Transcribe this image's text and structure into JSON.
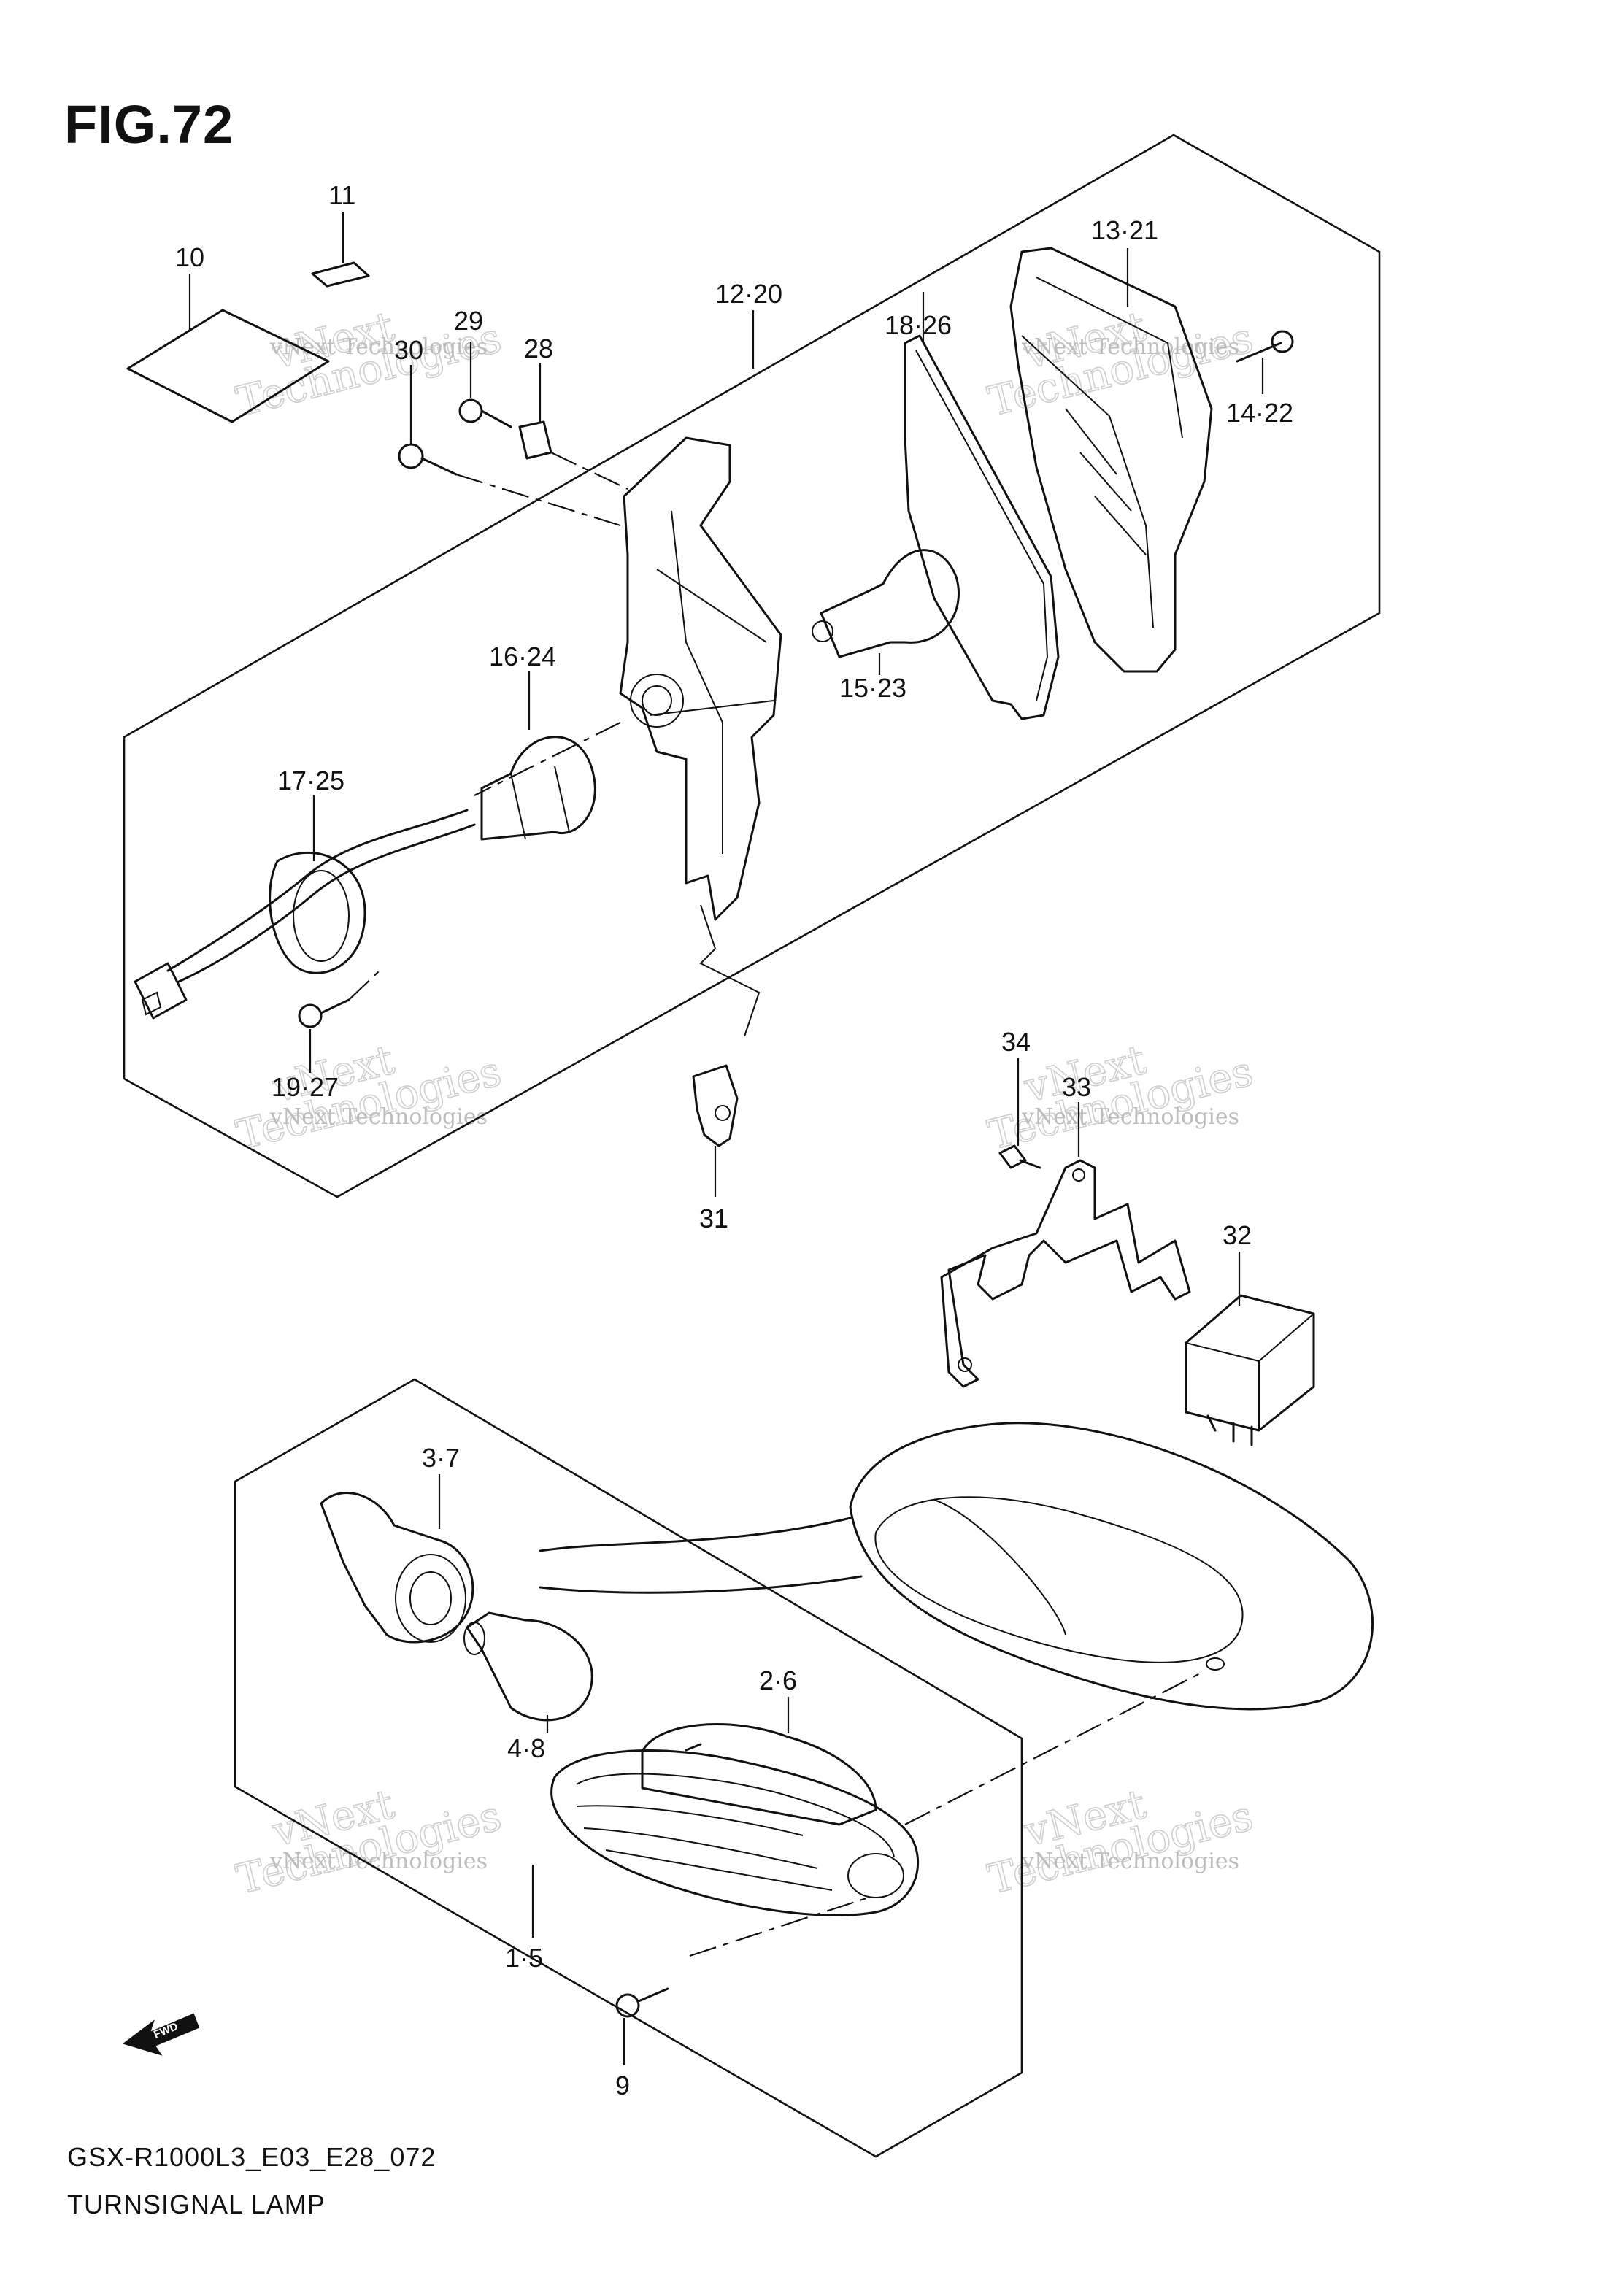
{
  "figure": {
    "title": "FIG.72",
    "model_code": "GSX-R1000L3_E03_E28_072",
    "assembly_name": "TURNSIGNAL LAMP"
  },
  "callouts": [
    {
      "id": "c10",
      "text": "10"
    },
    {
      "id": "c11",
      "text": "11"
    },
    {
      "id": "c29",
      "text": "29"
    },
    {
      "id": "c28",
      "text": "28"
    },
    {
      "id": "c30",
      "text": "30"
    },
    {
      "id": "c12_20",
      "text": "12·20"
    },
    {
      "id": "c18_26",
      "text": "18·26"
    },
    {
      "id": "c13_21",
      "text": "13·21"
    },
    {
      "id": "c14_22",
      "text": "14·22"
    },
    {
      "id": "c15_23",
      "text": "15·23"
    },
    {
      "id": "c16_24",
      "text": "16·24"
    },
    {
      "id": "c17_25",
      "text": "17·25"
    },
    {
      "id": "c19_27",
      "text": "19·27"
    },
    {
      "id": "c31",
      "text": "31"
    },
    {
      "id": "c34",
      "text": "34"
    },
    {
      "id": "c33",
      "text": "33"
    },
    {
      "id": "c32",
      "text": "32"
    },
    {
      "id": "c3_7",
      "text": "3·7"
    },
    {
      "id": "c2_6",
      "text": "2·6"
    },
    {
      "id": "c4_8",
      "text": "4·8"
    },
    {
      "id": "c1_5",
      "text": "1·5"
    },
    {
      "id": "c9",
      "text": "9"
    }
  ],
  "fwd_label": "FWD",
  "watermark": {
    "brand": "vNext Technologies",
    "line1": "vNext",
    "line2": "Technologies"
  }
}
